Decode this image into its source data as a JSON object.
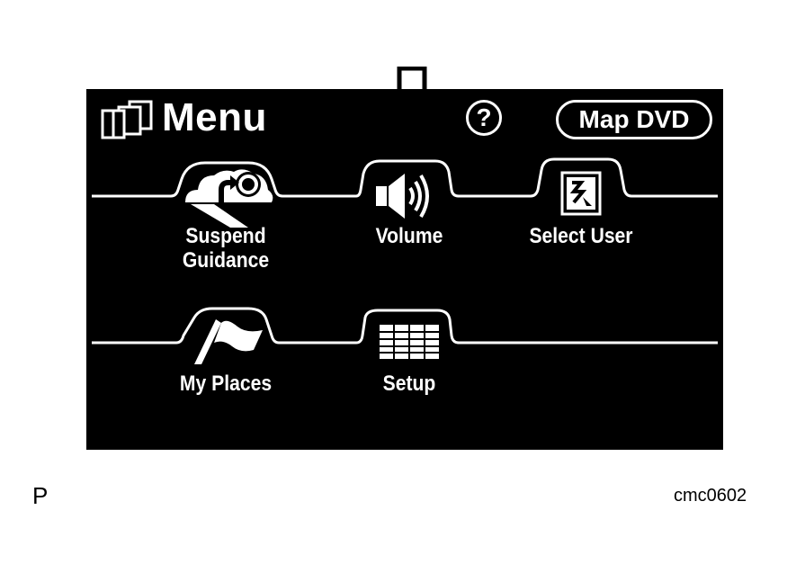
{
  "header": {
    "title": "Menu",
    "help_label": "?",
    "map_dvd_label": "Map DVD"
  },
  "menu_items": [
    {
      "label": "Suspend\nGuidance",
      "icon": "suspend-guidance-icon"
    },
    {
      "label": "Volume",
      "icon": "speaker-icon"
    },
    {
      "label": "Select User",
      "icon": "user-card-icon"
    },
    {
      "label": "My Places",
      "icon": "flag-icon"
    },
    {
      "label": "Setup",
      "icon": "grid-setup-icon"
    }
  ],
  "footer": {
    "page_letter": "P",
    "figure_code": "cmc0602"
  },
  "colors": {
    "screen_bg": "#000000",
    "foreground": "#ffffff",
    "page_bg": "#ffffff"
  }
}
